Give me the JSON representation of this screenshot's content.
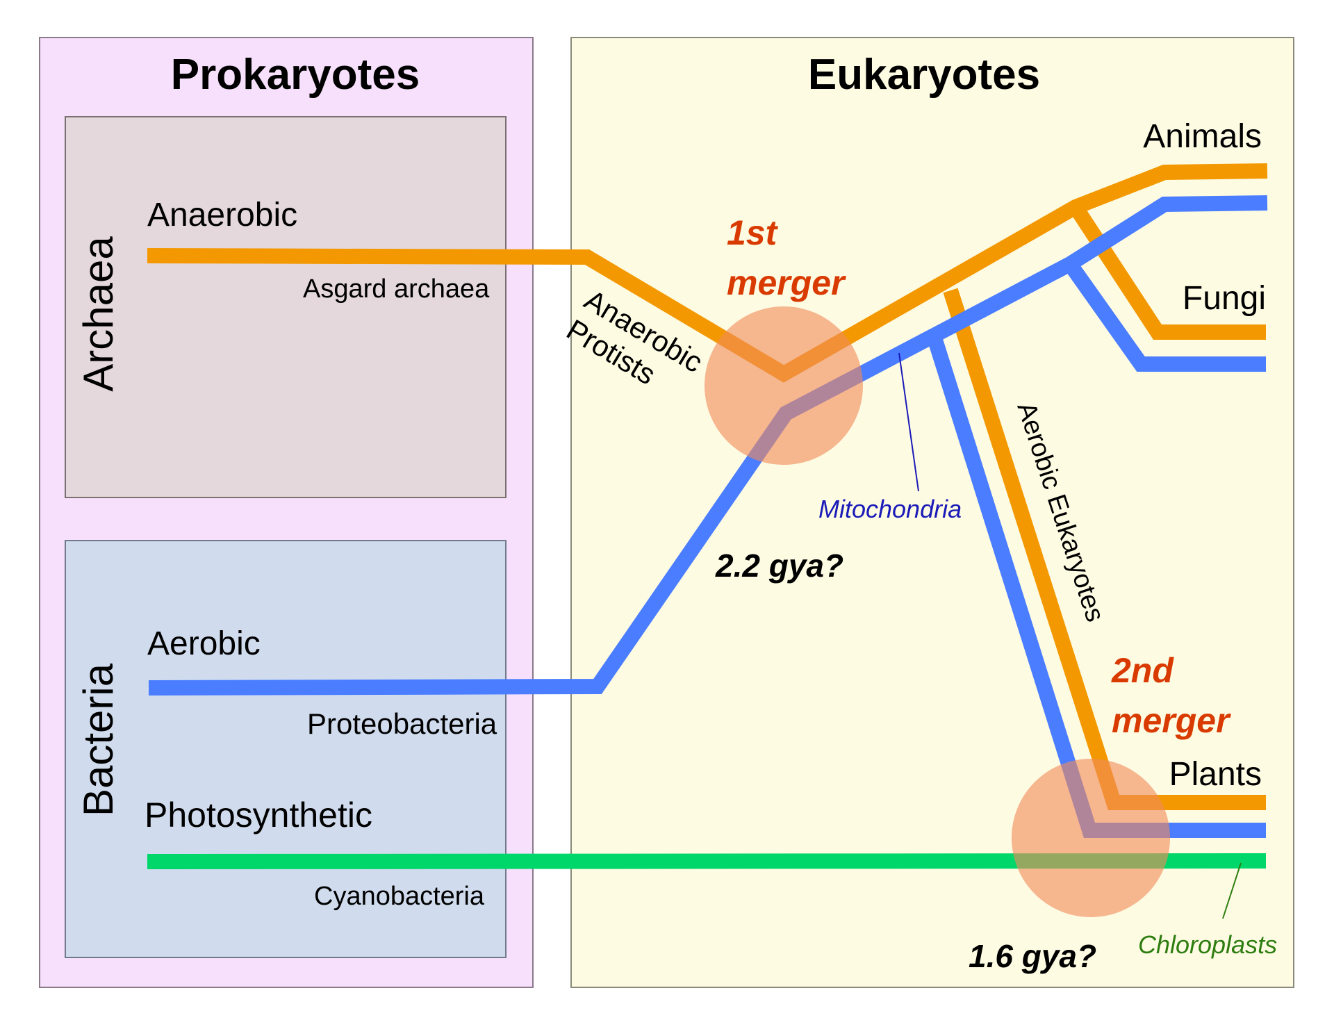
{
  "panels": {
    "prokaryotes": {
      "title": "Prokaryotes"
    },
    "eukaryotes": {
      "title": "Eukaryotes"
    }
  },
  "domains": {
    "archaea": {
      "label": "Archaea"
    },
    "bacteria": {
      "label": "Bacteria"
    }
  },
  "lineages": {
    "anaerobic": {
      "label": "Anaerobic",
      "group": "Asgard archaea"
    },
    "aerobic": {
      "label": "Aerobic",
      "group": "Proteobacteria"
    },
    "photosynthetic": {
      "label": "Photosynthetic",
      "group": "Cyanobacteria"
    }
  },
  "branches": {
    "anaerobic_protists": {
      "line1": "Anaerobic",
      "line2": "Protists"
    },
    "aerobic_eukaryotes": {
      "label": "Aerobic Eukaryotes"
    }
  },
  "endpoints": {
    "animals": "Animals",
    "fungi": "Fungi",
    "plants": "Plants"
  },
  "events": {
    "first_merger": {
      "line1": "1st",
      "line2": "merger",
      "date": "2.2 gya?"
    },
    "second_merger": {
      "line1": "2nd",
      "line2": "merger",
      "date": "1.6 gya?"
    }
  },
  "organelles": {
    "mitochondria": "Mitochondria",
    "chloroplasts": "Chloroplasts"
  },
  "colors": {
    "archaea_line": "#F39800",
    "bacteria_line": "#4A7DFF",
    "cyano_line": "#00D76A",
    "merger_circle": "#F08A5A",
    "merger_text": "#D93A00",
    "mitochondria_text": "#1A1AB8",
    "chloroplast_text": "#2E7D10",
    "prokaryote_bg": "#F6E0FB",
    "eukaryote_bg": "#FEFBE3",
    "archaea_bg": "#E4D8DC",
    "bacteria_bg": "#D0DCEE"
  }
}
